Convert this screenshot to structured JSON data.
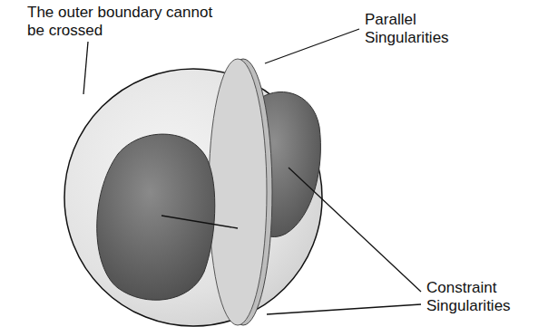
{
  "diagram": {
    "labels": [
      "The outer boundary cannot be crossed",
      "Parallel Singularities",
      "Constraint Singularities"
    ]
  }
}
